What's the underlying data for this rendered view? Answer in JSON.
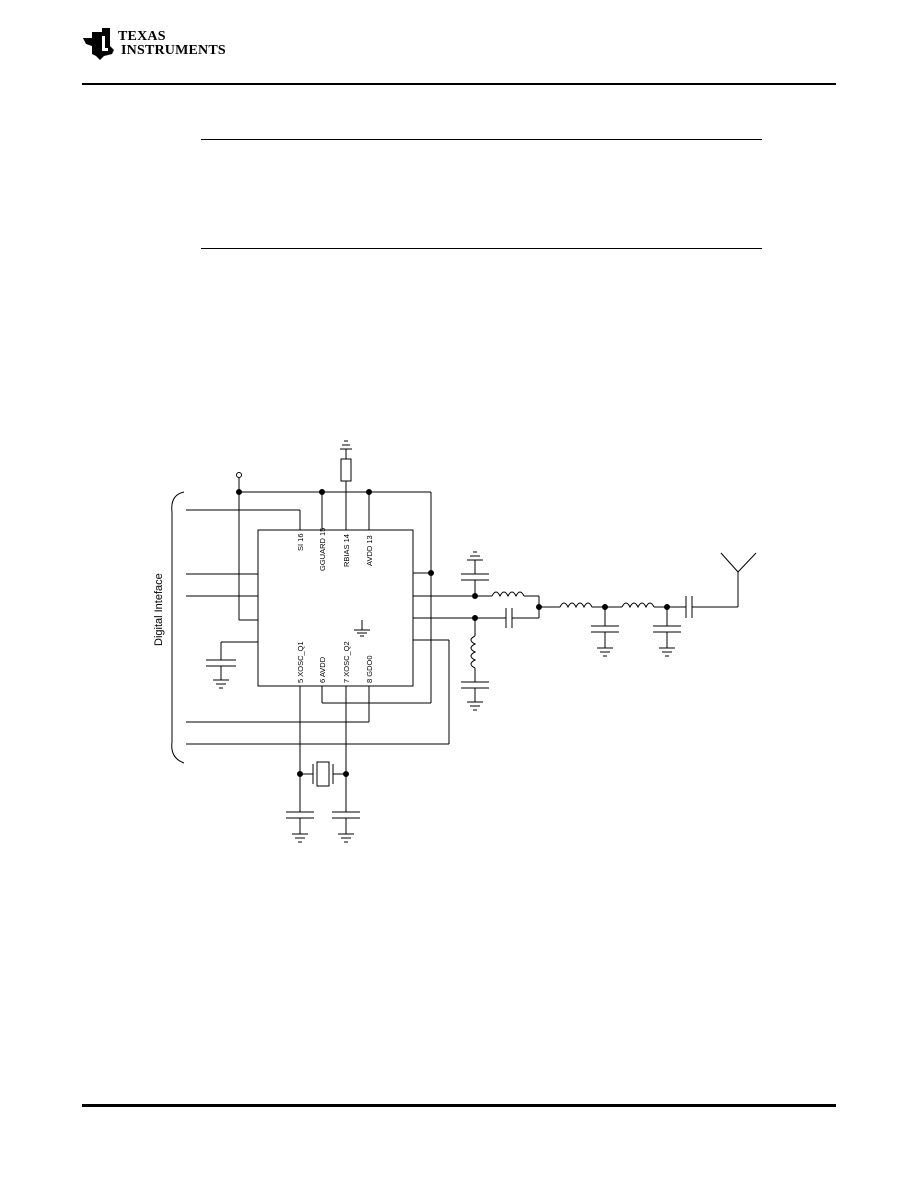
{
  "header": {
    "company_line1": "TEXAS",
    "company_line2": "INSTRUMENTS"
  },
  "schematic": {
    "side_label": "Digital Inteface",
    "pins": {
      "si": "SI 16",
      "gguard": "GGUARD 15",
      "rbias": "RBIAS 14",
      "avdd13": "AVDD 13",
      "xosc_q1": "5 XOSC_Q1",
      "avdd6": "6 AVDD",
      "xosc_q2": "7 XOSC_Q2",
      "gdo0": "8 GDO0"
    }
  }
}
